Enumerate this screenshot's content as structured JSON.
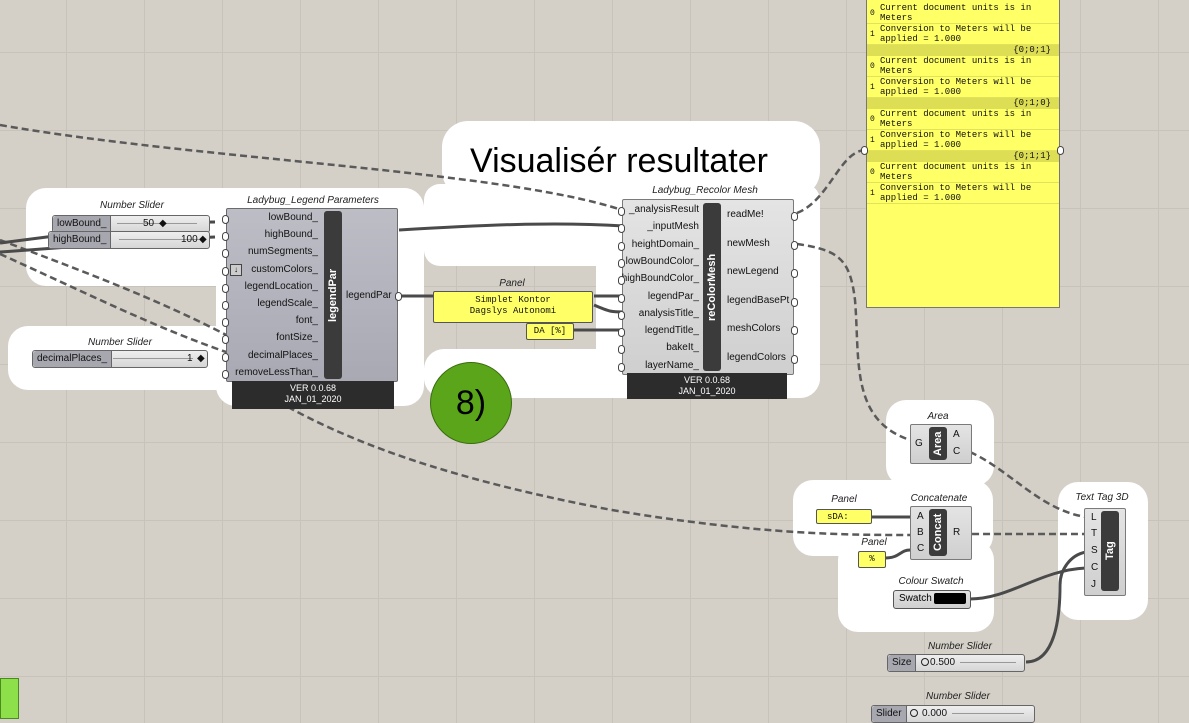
{
  "heading": "Visualisér resultater",
  "step_badge": "8)",
  "sliders": {
    "group_title": "Number Slider",
    "low_label": "lowBound_",
    "low_value": "50",
    "high_label": "highBound_",
    "high_value": "100",
    "decimal_title": "Number Slider",
    "decimal_label": "decimalPlaces_",
    "decimal_value": "1",
    "size_title": "Number Slider",
    "size_label": "Size",
    "size_value": "0.500",
    "slider_title": "Number Slider",
    "slider_label": "Slider",
    "slider_value": "0.000"
  },
  "legend_component": {
    "title": "Ladybug_Legend Parameters",
    "name": "legendPar",
    "inputs": [
      "lowBound_",
      "highBound_",
      "numSegments_",
      "customColors_",
      "legendLocation_",
      "legendScale_",
      "font_",
      "fontSize_",
      "decimalPlaces_",
      "removeLessThan_"
    ],
    "output": "legendPar",
    "version": "VER 0.0.68",
    "date": "JAN_01_2020"
  },
  "panel_main": {
    "title": "Panel",
    "line1": "Simplet Kontor",
    "line2": "Dagslys Autonomi",
    "small": "DA [%]"
  },
  "recolor_component": {
    "title": "Ladybug_Recolor Mesh",
    "name": "reColorMesh",
    "inputs": [
      "_analysisResult",
      "_inputMesh",
      "heightDomain_",
      "lowBoundColor_",
      "highBoundColor_",
      "legendPar_",
      "analysisTitle_",
      "legendTitle_",
      "bakeIt_",
      "layerName_"
    ],
    "outputs": [
      "readMe!",
      "newMesh",
      "newLegend",
      "legendBasePt",
      "meshColors",
      "legendColors"
    ],
    "version": "VER 0.0.68",
    "date": "JAN_01_2020"
  },
  "readme_panel": {
    "blocks": [
      {
        "path": "",
        "rows": [
          {
            "i": "0",
            "t": "Current document units is in Meters"
          },
          {
            "i": "1",
            "t": "Conversion to Meters will be applied = 1.000"
          }
        ]
      },
      {
        "path": "{0;0;1}",
        "rows": [
          {
            "i": "0",
            "t": "Current document units is in Meters"
          },
          {
            "i": "1",
            "t": "Conversion to Meters will be applied = 1.000"
          }
        ]
      },
      {
        "path": "{0;1;0}",
        "rows": [
          {
            "i": "0",
            "t": "Current document units is in Meters"
          },
          {
            "i": "1",
            "t": "Conversion to Meters will be applied = 1.000"
          }
        ]
      },
      {
        "path": "{0;1;1}",
        "rows": [
          {
            "i": "0",
            "t": "Current document units is in Meters"
          },
          {
            "i": "1",
            "t": "Conversion to Meters will be applied = 1.000"
          }
        ]
      }
    ]
  },
  "area_component": {
    "title": "Area",
    "name": "Area",
    "inputs": [
      "G"
    ],
    "outputs": [
      "A",
      "C"
    ]
  },
  "concat_component": {
    "title": "Concatenate",
    "name": "Concat",
    "inputs": [
      "A",
      "B",
      "C"
    ],
    "outputs": [
      "R"
    ]
  },
  "sda_panel": {
    "title": "Panel",
    "text": "sDA:"
  },
  "pct_panel": {
    "title": "Panel",
    "text": "%"
  },
  "swatch": {
    "title": "Colour Swatch",
    "label": "Swatch",
    "color": "#000000"
  },
  "tag_component": {
    "title": "Text Tag 3D",
    "name": "Tag",
    "inputs": [
      "L",
      "T",
      "S",
      "C",
      "J"
    ]
  },
  "colors": {
    "canvas": "#d4d0c8",
    "panel_yellow": "#ffff66",
    "badge_green": "#5aa51a",
    "component_body": "#b3b3bd"
  }
}
